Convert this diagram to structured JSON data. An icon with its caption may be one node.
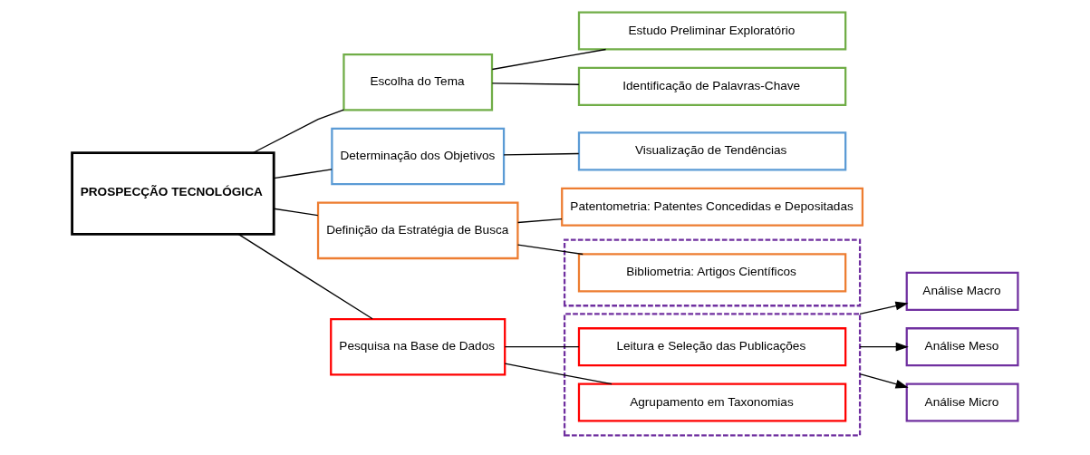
{
  "diagram": {
    "nodes": [
      {
        "text": [
          "PROSPECÇÃO TECNOLÓGICA"
        ]
      },
      {
        "text": [
          "Escolha do Tema"
        ]
      },
      {
        "text": [
          "Estudo Preliminar Exploratório"
        ]
      },
      {
        "text": [
          "Identificação de Palavras-Chave"
        ]
      },
      {
        "text": [
          "Determinação dos Objetivos"
        ]
      },
      {
        "text": [
          "Visualização de Tendências"
        ]
      },
      {
        "text": [
          "Definição da Estratégia de Busca"
        ]
      },
      {
        "text": [
          "Patentometria: Patentes Concedidas e Depositadas"
        ]
      },
      {
        "text": [],
        "shape": "box"
      },
      {
        "text": [
          "Bibliometria: Artigos Científicos"
        ],
        "in": 8
      },
      {
        "text": [
          "Pesquisa na Base de Dados"
        ]
      },
      {
        "text": [],
        "shape": "box"
      },
      {
        "text": [
          "Leitura e Seleção das Publicações"
        ],
        "in": 11
      },
      {
        "text": [
          "Agrupamento em Taxonomias"
        ],
        "in": 11
      },
      {
        "text": [
          "Análise Macro"
        ]
      },
      {
        "text": [
          "Análise Meso"
        ]
      },
      {
        "text": [
          "Análise Micro"
        ]
      }
    ],
    "edges": [
      {
        "from": 0,
        "to": 1,
        "arrow": "none"
      },
      {
        "from": 0,
        "to": 4,
        "arrow": "none"
      },
      {
        "from": 0,
        "to": 6,
        "arrow": "none"
      },
      {
        "from": 0,
        "to": 10,
        "arrow": "none"
      },
      {
        "from": 1,
        "to": 2,
        "arrow": "none"
      },
      {
        "from": 1,
        "to": 3,
        "arrow": "none"
      },
      {
        "from": 4,
        "to": 5,
        "arrow": "none"
      },
      {
        "from": 6,
        "to": 7,
        "arrow": "none"
      },
      {
        "from": 6,
        "to": 9,
        "arrow": "none"
      },
      {
        "from": 10,
        "to": 12,
        "arrow": "none"
      },
      {
        "from": 10,
        "to": 13,
        "arrow": "none"
      },
      {
        "from": 11,
        "to": 14,
        "arrow": "to"
      },
      {
        "from": 11,
        "to": 15,
        "arrow": "to"
      },
      {
        "from": 11,
        "to": 16,
        "arrow": "to"
      }
    ]
  }
}
